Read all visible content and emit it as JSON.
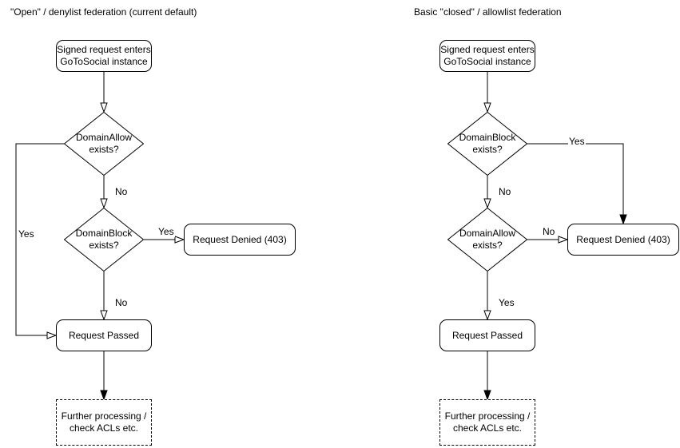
{
  "page": {
    "background_color": "#ffffff",
    "stroke_color": "#000000",
    "node_fill_color": "#ffffff",
    "text_color": "#000000"
  },
  "charts": [
    {
      "title": "\"Open\" / denylist federation (current default)",
      "nodes": {
        "start": "Signed request enters\nGoToSocial instance",
        "decision1": "DomainAllow\nexists?",
        "decision2": "DomainBlock\nexists?",
        "denied": "Request Denied (403)",
        "passed": "Request Passed",
        "further": "Further processing /\ncheck ACLs etc."
      },
      "edge_labels": {
        "decision1_no": "No",
        "decision1_yes": "Yes",
        "decision2_yes": "Yes",
        "decision2_no": "No"
      }
    },
    {
      "title": "Basic \"closed\" / allowlist federation",
      "nodes": {
        "start": "Signed request enters\nGoToSocial instance",
        "decision1": "DomainBlock\nexists?",
        "decision2": "DomainAllow\nexists?",
        "denied": "Request Denied (403)",
        "passed": "Request Passed",
        "further": "Further processing /\ncheck ACLs etc."
      },
      "edge_labels": {
        "decision1_yes": "Yes",
        "decision1_no": "No",
        "decision2_no": "No",
        "decision2_yes": "Yes"
      }
    }
  ]
}
